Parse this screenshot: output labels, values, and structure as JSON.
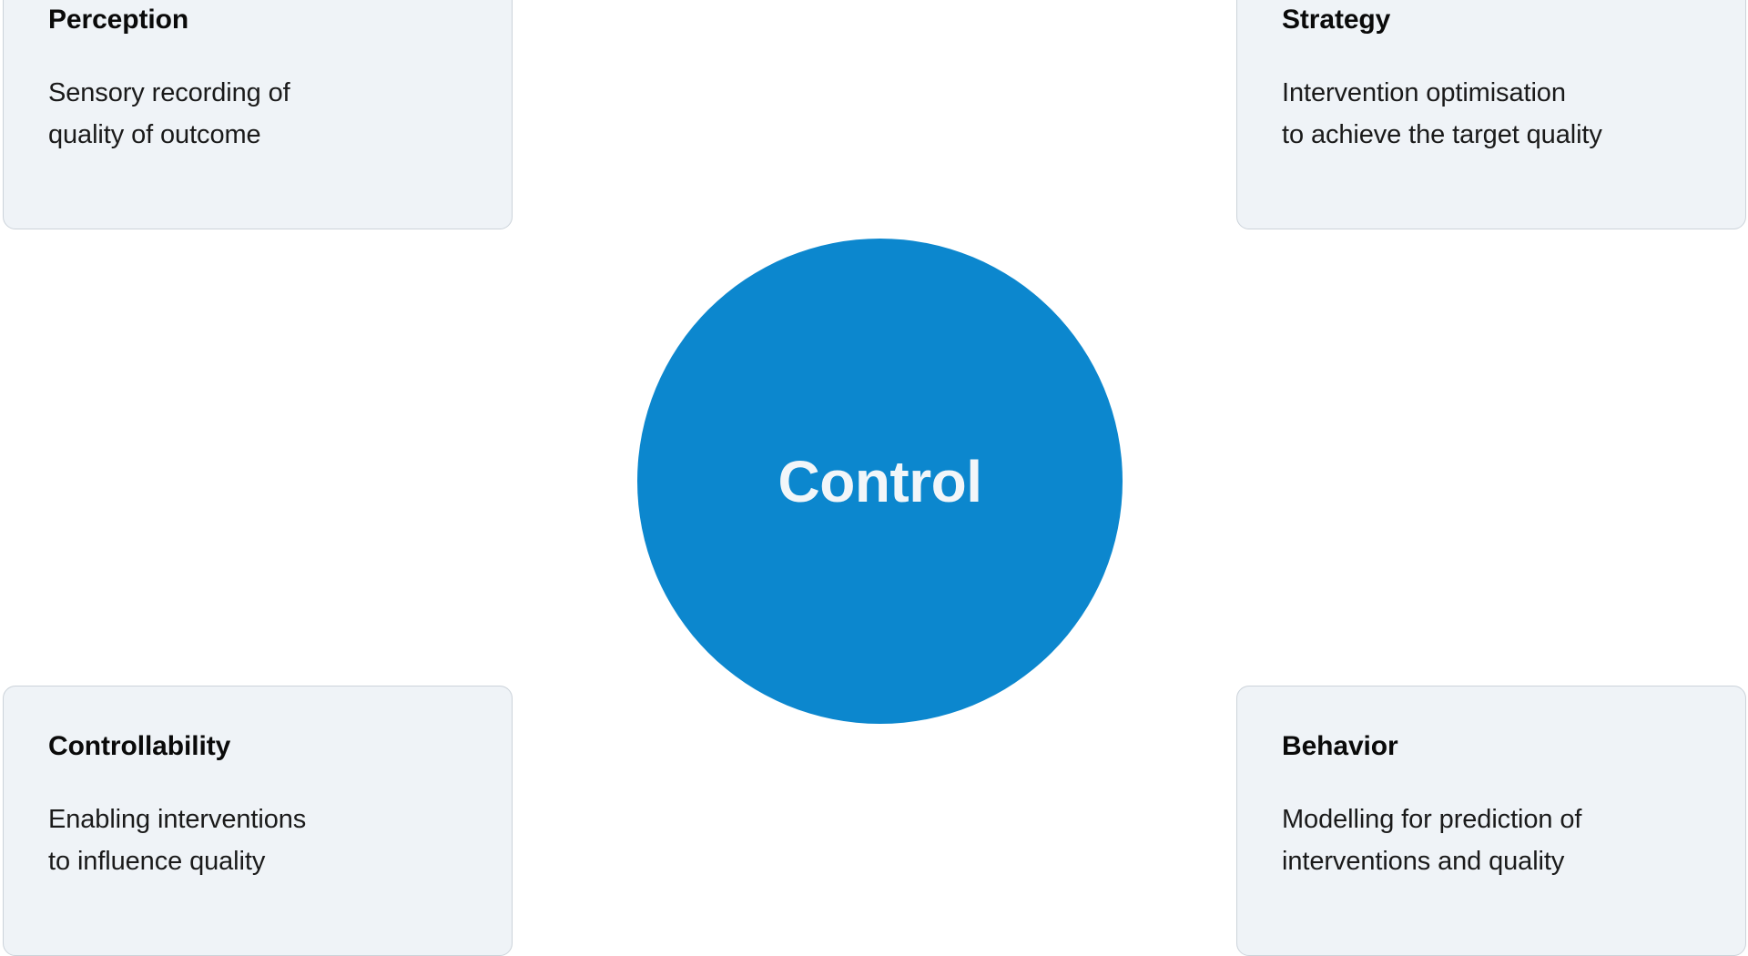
{
  "diagram": {
    "center": {
      "label": "Control",
      "shape": "circle",
      "fill_color": "#0c87ce",
      "text_color": "#f2f6f9"
    },
    "card_style": {
      "fill_color": "#eff3f7",
      "border_color": "#ccd3da",
      "title_color": "#0a0a0a",
      "body_color": "#1a1a1a"
    },
    "background_color": "#ffffff",
    "cards": [
      {
        "id": "perception",
        "position": "top-left",
        "title": "Perception",
        "body": "Sensory recording of\nquality of outcome"
      },
      {
        "id": "strategy",
        "position": "top-right",
        "title": "Strategy",
        "body": "Intervention optimisation\nto achieve the target quality"
      },
      {
        "id": "controllability",
        "position": "bottom-left",
        "title": "Controllability",
        "body": "Enabling interventions\nto influence quality"
      },
      {
        "id": "behavior",
        "position": "bottom-right",
        "title": "Behavior",
        "body": "Modelling for prediction of\ninterventions and quality"
      }
    ]
  }
}
